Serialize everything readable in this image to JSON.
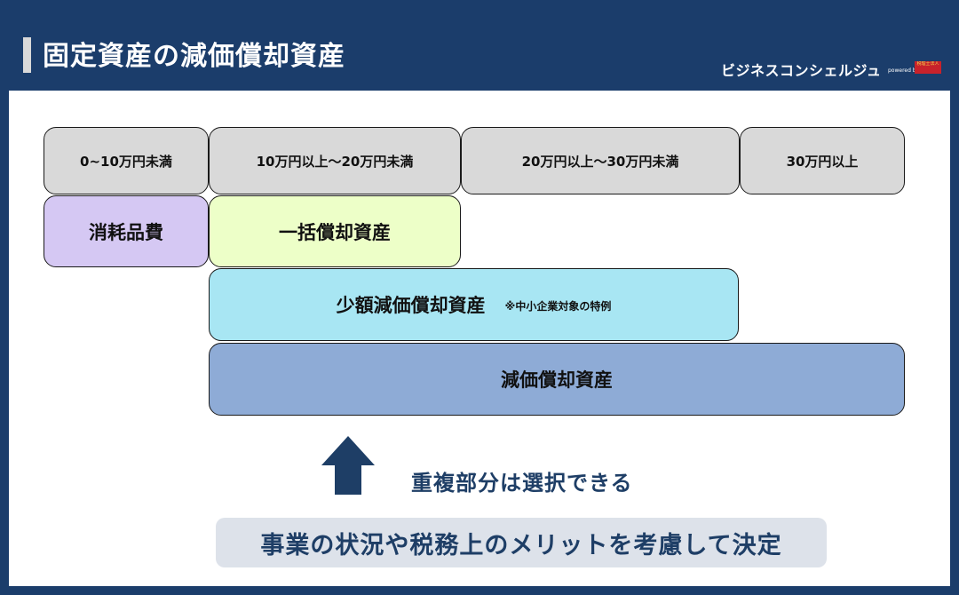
{
  "header": {
    "title": "固定資産の減価償却資産",
    "brand": "ビジネスコンシェルジュ",
    "powered_by": "powered by",
    "logo_text": "税理士法人"
  },
  "ranges": [
    {
      "label": "0~10万円未満"
    },
    {
      "label": "10万円以上～20万円未満"
    },
    {
      "label": "20万円以上～30万円未満"
    },
    {
      "label": "30万円以上"
    }
  ],
  "categories": {
    "consumable": "消耗品費",
    "lump_sum": "一括償却資産",
    "small_amount": "少額減価償却資産",
    "small_amount_note": "※中小企業対象の特例",
    "depreciable": "減価償却資産"
  },
  "notes": {
    "overlap": "重複部分は選択できる",
    "decide": "事業の状況や税務上のメリットを考慮して決定"
  },
  "colors": {
    "header_bg": "#1b3d6b",
    "range_bg": "#d9d9d9",
    "consumable_bg": "#d5c8f3",
    "lump_sum_bg": "#edffc8",
    "small_amount_bg": "#a8e6f3",
    "depreciable_bg": "#8eabd6",
    "accent_text": "#1e3e66"
  }
}
